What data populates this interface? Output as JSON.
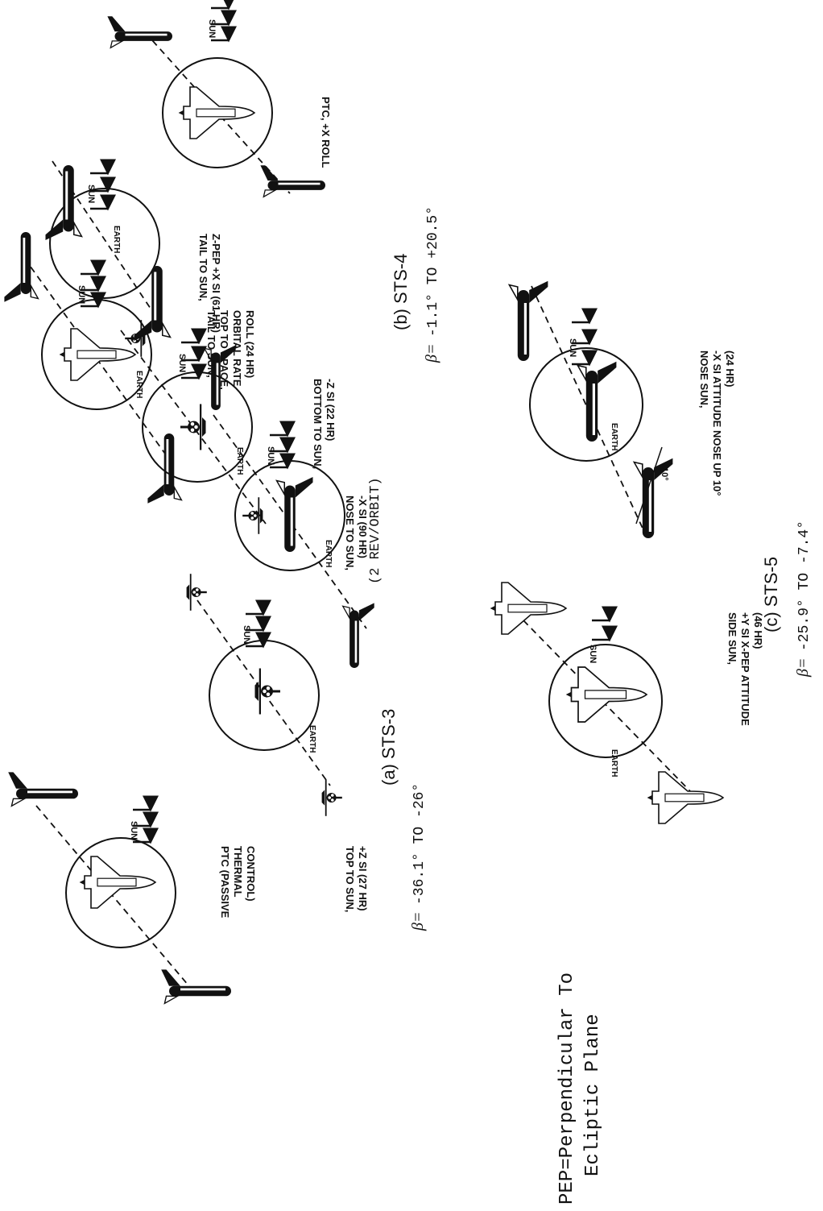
{
  "legend": {
    "line1": "PEP=Perpendicular To",
    "line2": "Ecliptic Plane"
  },
  "common": {
    "sun": "SUN",
    "earth": "EARTH"
  },
  "panels": {
    "a": {
      "title": "(a)  STS-3",
      "beta": "β=",
      "beta_value": "-36.1° TO -26°",
      "note": "(2 REV/ORBIT)",
      "attitudes": [
        {
          "lines": [
            "PTC (PASSIVE",
            "THERMAL",
            "CONTROL)"
          ]
        },
        {
          "lines": [
            "TOP TO SUN,",
            "+Z SI (27 HR)"
          ]
        },
        {
          "lines": [
            "NOSE TO SUN,",
            "-X SI (90 HR)"
          ]
        },
        {
          "lines": [
            "TAIL TO SUN,",
            "TOP TO SPACE,",
            "ORBITAL RATE",
            "ROLL (24 HR)"
          ]
        }
      ]
    },
    "b": {
      "title": "(b)  STS-4",
      "beta": "β=",
      "beta_value": "-1.1° TO +20.5°",
      "attitudes": [
        {
          "lines": [
            "BOTTOM TO SUN,",
            "-Z SI (22 HR)"
          ]
        },
        {
          "lines": [
            "TAIL TO SUN,",
            "Z-PEP +X SI (61 HR)"
          ]
        },
        {
          "lines": [
            "PTC, +X ROLL"
          ]
        }
      ]
    },
    "c": {
      "title": "(c)  STS-5",
      "beta": "β=",
      "beta_value": "-25.9° TO -7.4°",
      "attitudes": [
        {
          "lines": [
            "SIDE SUN,",
            "+Y SI X-PEP ATTITUDE",
            "(46 HR)"
          ]
        },
        {
          "lines": [
            "NOSE SUN,",
            "-X SI ATTITUDE NOSE UP 10°",
            "(24 HR)"
          ]
        }
      ],
      "angle_mark": "10°"
    }
  }
}
